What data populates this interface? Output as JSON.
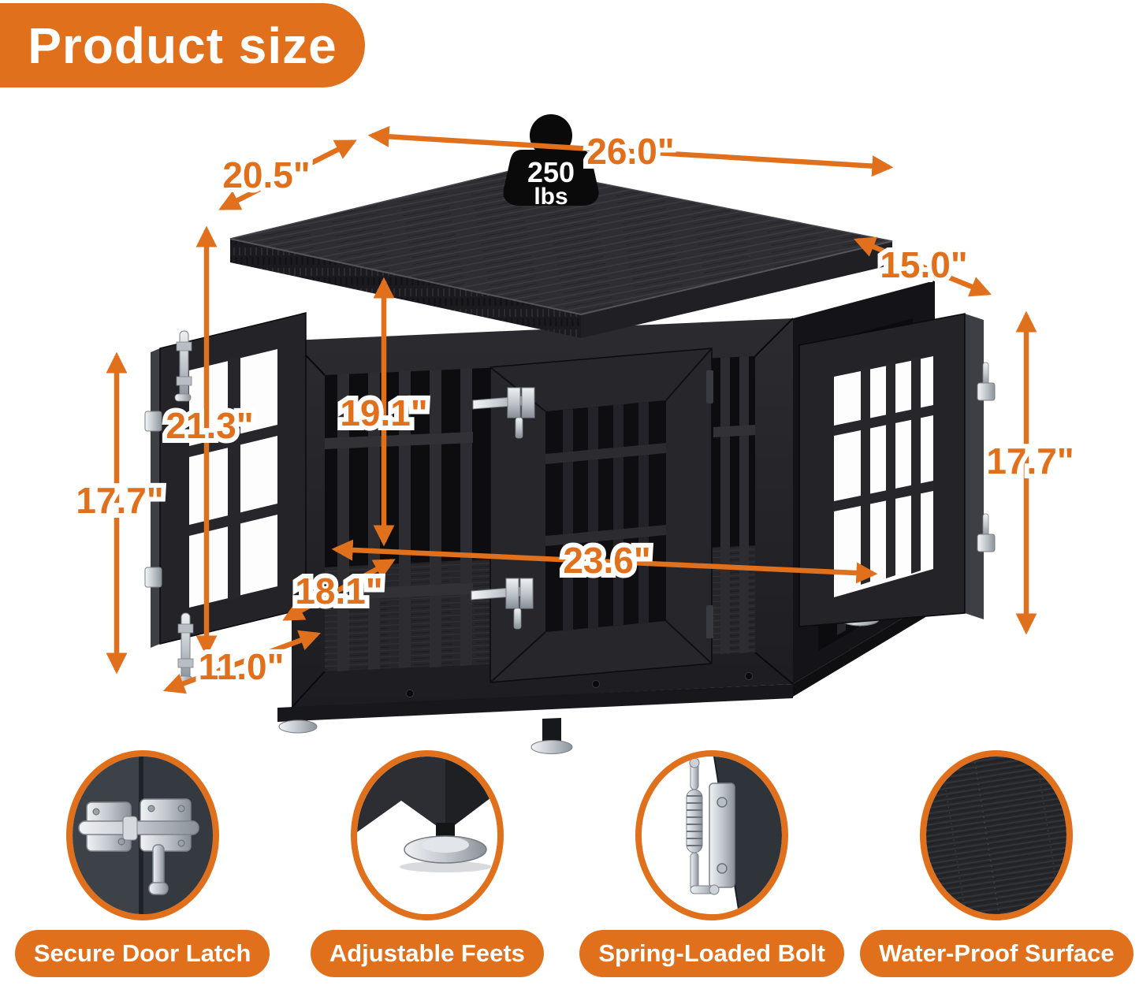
{
  "title": "Product size",
  "weight_badge": {
    "value": "250",
    "unit": "lbs"
  },
  "dimensions": {
    "top_width": "26.0\"",
    "top_depth": "20.5\"",
    "right_door_width": "15.0\"",
    "interior_height": "19.1\"",
    "side_door_height": "21.3\"",
    "left_door_height": "17.7\"",
    "right_door_height": "17.7\"",
    "interior_width": "23.6\"",
    "interior_depth": "18.1\"",
    "front_door_width": "11.0\""
  },
  "features": [
    {
      "label": "Secure Door Latch",
      "icon": "door-latch-photo"
    },
    {
      "label": "Adjustable Feets",
      "icon": "adjustable-foot-photo"
    },
    {
      "label": "Spring-Loaded Bolt",
      "icon": "spring-bolt-photo"
    },
    {
      "label": "Water-Proof Surface",
      "icon": "waterproof-wood-texture-photo"
    }
  ],
  "colors": {
    "accent_orange": "#E1701D",
    "crate_black": "#1E1E22",
    "hardware_silver": "#C6CBD1",
    "text_white": "#FFFFFF"
  }
}
